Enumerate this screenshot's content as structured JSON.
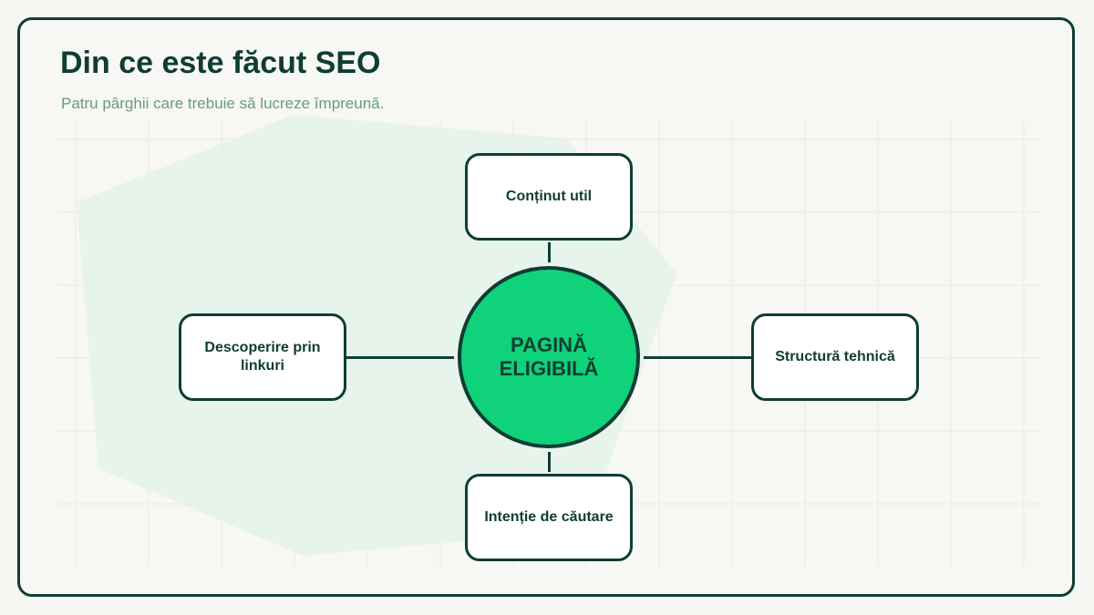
{
  "header": {
    "title": "Din ce este făcut SEO",
    "subtitle": "Patru pârghii care trebuie să lucreze împreună."
  },
  "diagram": {
    "center": "PAGINĂ ELIGIBILĂ",
    "levers": {
      "top": "Conținut util",
      "right": "Structură tehnică",
      "bottom": "Intenție de căutare",
      "left": "Descoperire prin linkuri"
    }
  },
  "colors": {
    "ink": "#0f3d34",
    "accent": "#10d27b",
    "subtitle": "#6b9a86",
    "background": "#f7f7f3",
    "blob": "#e6f4ec"
  }
}
